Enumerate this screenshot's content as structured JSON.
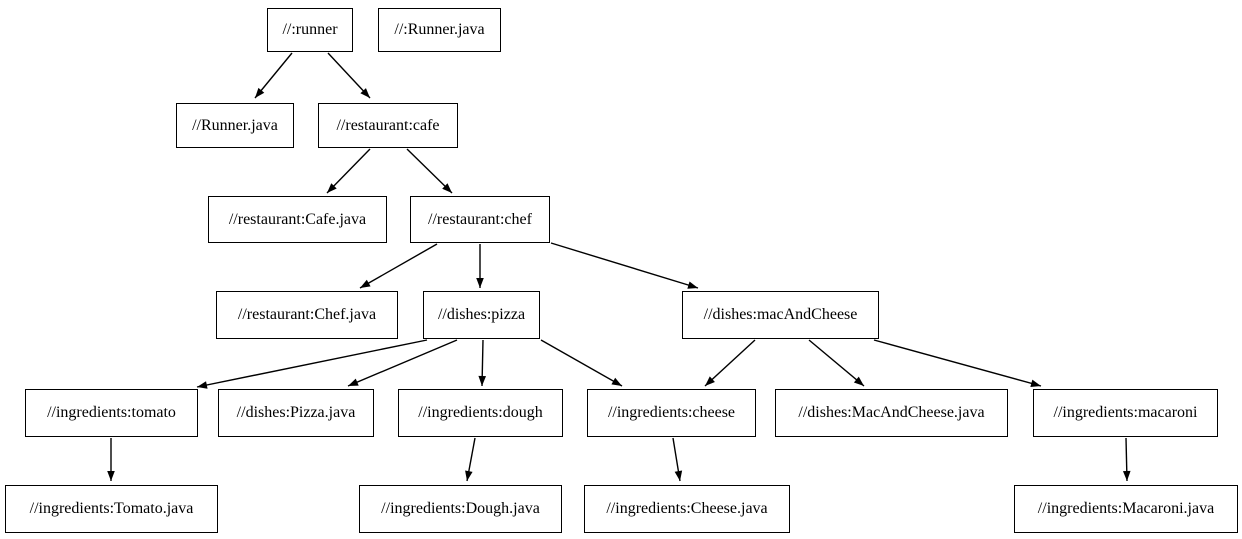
{
  "diagram": {
    "type": "dependency-graph",
    "background_color": "#ffffff",
    "node_fill_color": "#ffffff",
    "node_border_color": "#000000",
    "edge_color": "#000000",
    "nodes": [
      {
        "id": "runner",
        "label": "//:runner"
      },
      {
        "id": "runner-java-src",
        "label": "//:Runner.java"
      },
      {
        "id": "runner-java",
        "label": "//Runner.java"
      },
      {
        "id": "cafe",
        "label": "//restaurant:cafe"
      },
      {
        "id": "cafe-java",
        "label": "//restaurant:Cafe.java"
      },
      {
        "id": "chef",
        "label": "//restaurant:chef"
      },
      {
        "id": "chef-java",
        "label": "//restaurant:Chef.java"
      },
      {
        "id": "pizza",
        "label": "//dishes:pizza"
      },
      {
        "id": "mac-and-cheese",
        "label": "//dishes:macAndCheese"
      },
      {
        "id": "tomato",
        "label": "//ingredients:tomato"
      },
      {
        "id": "pizza-java",
        "label": "//dishes:Pizza.java"
      },
      {
        "id": "dough",
        "label": "//ingredients:dough"
      },
      {
        "id": "cheese",
        "label": "//ingredients:cheese"
      },
      {
        "id": "mac-and-cheese-java",
        "label": "//dishes:MacAndCheese.java"
      },
      {
        "id": "macaroni",
        "label": "//ingredients:macaroni"
      },
      {
        "id": "tomato-java",
        "label": "//ingredients:Tomato.java"
      },
      {
        "id": "dough-java",
        "label": "//ingredients:Dough.java"
      },
      {
        "id": "cheese-java",
        "label": "//ingredients:Cheese.java"
      },
      {
        "id": "macaroni-java",
        "label": "//ingredients:Macaroni.java"
      }
    ],
    "edges": [
      {
        "from": "//:runner",
        "to": "//Runner.java"
      },
      {
        "from": "//:runner",
        "to": "//restaurant:cafe"
      },
      {
        "from": "//restaurant:cafe",
        "to": "//restaurant:Cafe.java"
      },
      {
        "from": "//restaurant:cafe",
        "to": "//restaurant:chef"
      },
      {
        "from": "//restaurant:chef",
        "to": "//restaurant:Chef.java"
      },
      {
        "from": "//restaurant:chef",
        "to": "//dishes:pizza"
      },
      {
        "from": "//restaurant:chef",
        "to": "//dishes:macAndCheese"
      },
      {
        "from": "//dishes:pizza",
        "to": "//ingredients:tomato"
      },
      {
        "from": "//dishes:pizza",
        "to": "//dishes:Pizza.java"
      },
      {
        "from": "//dishes:pizza",
        "to": "//ingredients:dough"
      },
      {
        "from": "//dishes:pizza",
        "to": "//ingredients:cheese"
      },
      {
        "from": "//dishes:macAndCheese",
        "to": "//ingredients:cheese"
      },
      {
        "from": "//dishes:macAndCheese",
        "to": "//dishes:MacAndCheese.java"
      },
      {
        "from": "//dishes:macAndCheese",
        "to": "//ingredients:macaroni"
      },
      {
        "from": "//ingredients:tomato",
        "to": "//ingredients:Tomato.java"
      },
      {
        "from": "//ingredients:dough",
        "to": "//ingredients:Dough.java"
      },
      {
        "from": "//ingredients:cheese",
        "to": "//ingredients:Cheese.java"
      },
      {
        "from": "//ingredients:macaroni",
        "to": "//ingredients:Macaroni.java"
      }
    ]
  }
}
